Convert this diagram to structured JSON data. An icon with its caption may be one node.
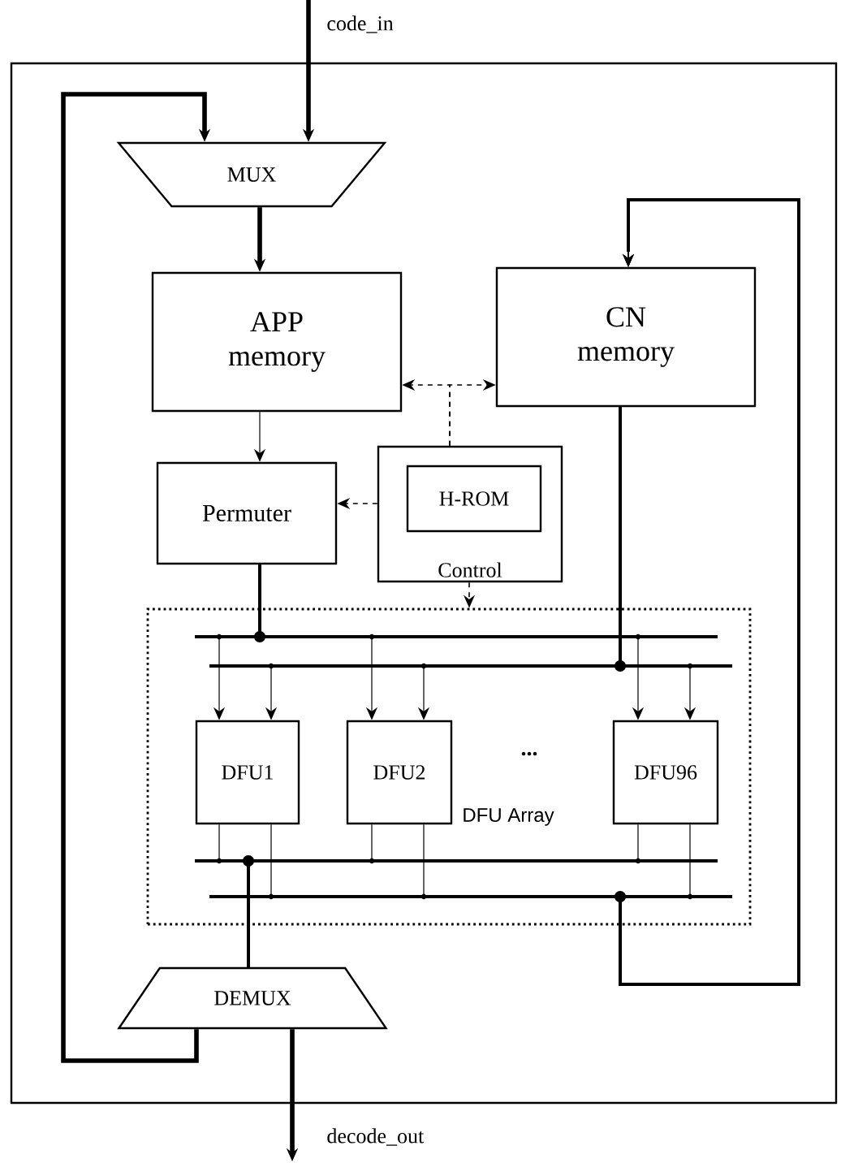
{
  "diagram": {
    "nodes": [
      {
        "text": [
          "MUX"
        ]
      },
      {
        "text": [
          "APP memory"
        ]
      },
      {
        "text": [
          "CN memory"
        ]
      },
      {
        "text": [
          "Permuter"
        ]
      },
      {
        "text": [
          "Control"
        ]
      },
      {
        "text": [
          "H-ROM"
        ],
        "in": 4
      },
      {
        "text": [
          "DFU Array"
        ]
      },
      {
        "text": [
          "DFU1"
        ],
        "in": 6
      },
      {
        "text": [
          "DFU2"
        ],
        "in": 6
      },
      {
        "text": [
          "DFU96"
        ],
        "in": 6
      },
      {
        "text": [
          "DEMUX"
        ]
      }
    ],
    "edges": [
      {
        "from": null,
        "to": 0,
        "arrow": "to",
        "label": "code_in",
        "style": "thick"
      },
      {
        "from": 10,
        "to": 0,
        "arrow": "to",
        "style": "thick"
      },
      {
        "from": 0,
        "to": 1,
        "arrow": "to",
        "style": "thick"
      },
      {
        "from": 1,
        "to": 3,
        "arrow": "to"
      },
      {
        "from": 4,
        "to": 1,
        "arrow": "to",
        "style": "dashed"
      },
      {
        "from": 4,
        "to": 2,
        "arrow": "to",
        "style": "dashed"
      },
      {
        "from": 4,
        "to": 3,
        "arrow": "to",
        "style": "dashed"
      },
      {
        "from": 4,
        "to": 6,
        "arrow": "to",
        "style": "dashed"
      },
      {
        "from": 3,
        "to": 7,
        "arrow": "to"
      },
      {
        "from": 3,
        "to": 8,
        "arrow": "to"
      },
      {
        "from": 3,
        "to": 9,
        "arrow": "to"
      },
      {
        "from": 2,
        "to": 7,
        "arrow": "to"
      },
      {
        "from": 2,
        "to": 8,
        "arrow": "to"
      },
      {
        "from": 2,
        "to": 9,
        "arrow": "to"
      },
      {
        "from": 7,
        "to": 10,
        "arrow": "none"
      },
      {
        "from": 8,
        "to": 10,
        "arrow": "none"
      },
      {
        "from": 9,
        "to": 10,
        "arrow": "none"
      },
      {
        "from": 7,
        "to": 2,
        "arrow": "to"
      },
      {
        "from": 8,
        "to": 2,
        "arrow": "to"
      },
      {
        "from": 9,
        "to": 2,
        "arrow": "to"
      },
      {
        "from": 10,
        "to": null,
        "arrow": "to",
        "label": "decode_out",
        "style": "thick"
      }
    ],
    "labels": [
      "..."
    ]
  }
}
